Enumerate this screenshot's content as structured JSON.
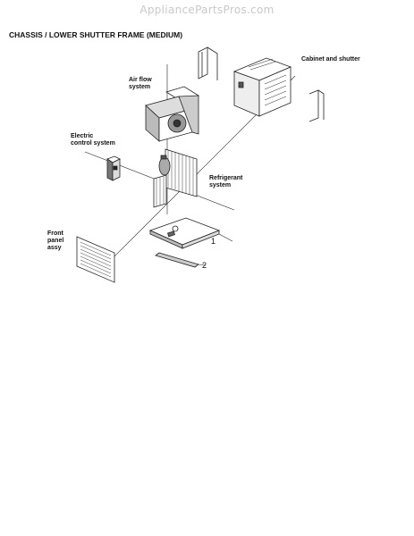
{
  "watermark": "AppliancePartsPros.com",
  "title": "CHASSIS / LOWER SHUTTER FRAME (MEDIUM)",
  "labels": {
    "cabinet": "Cabinet and shutter",
    "airflow_line1": "Air flow",
    "airflow_line2": "system",
    "electric_line1": "Electric",
    "electric_line2": "control system",
    "refrigerant_line1": "Refrigerant",
    "refrigerant_line2": "system",
    "front_line1": "Front",
    "front_line2": "panel",
    "front_line3": "assy"
  },
  "callouts": [
    "1",
    "2"
  ]
}
